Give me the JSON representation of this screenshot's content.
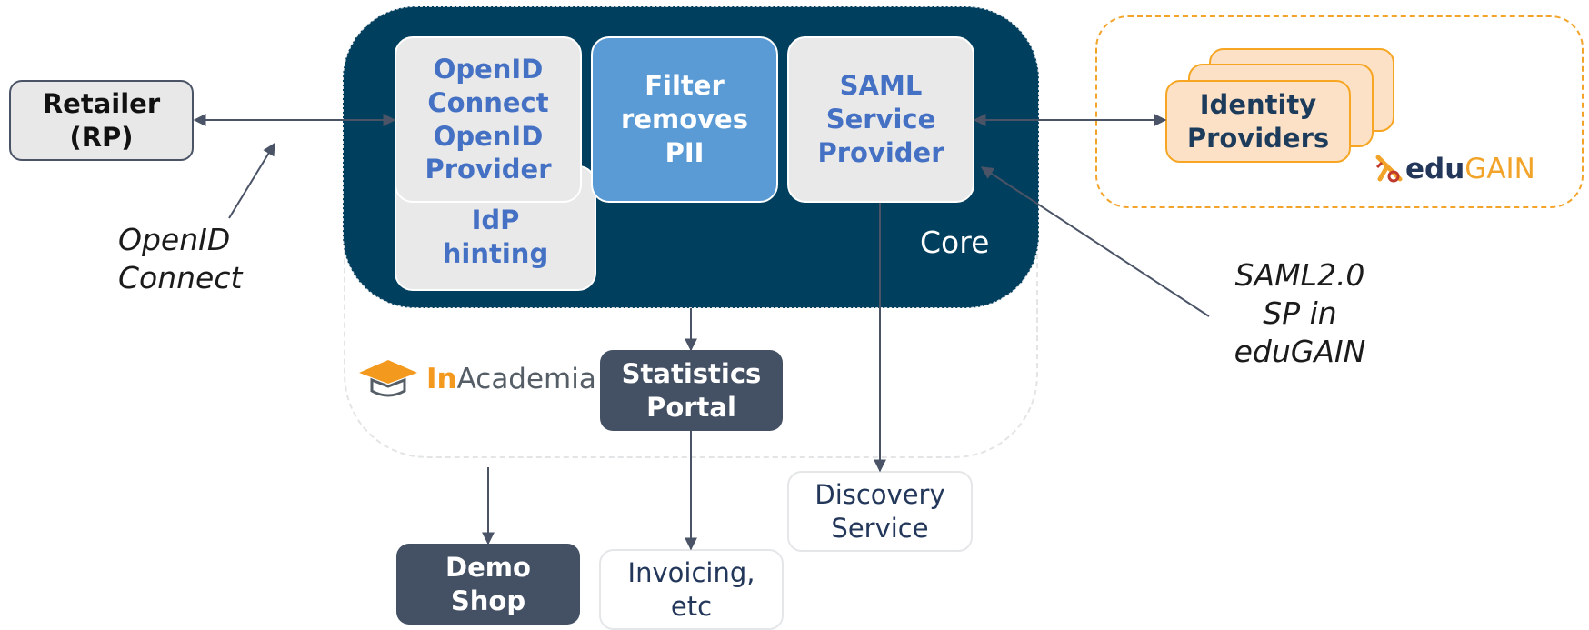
{
  "nodes": {
    "retailer": "Retailer\n(RP)",
    "openid_provider": "OpenID\nConnect\nOpenID\nProvider",
    "idp_hinting": "IdP\nhinting",
    "filter": "Filter\nremoves\nPII",
    "saml_sp": "SAML\nService\nProvider",
    "core": "Core",
    "statistics": "Statistics\nPortal",
    "demo_shop": "Demo\nShop",
    "invoicing": "Invoicing,\netc",
    "discovery": "Discovery\nService",
    "identity_providers": "Identity\nProviders"
  },
  "labels": {
    "openid_connect": "OpenID\nConnect",
    "saml_sp_edugain": "SAML2.0\nSP in\neduGAIN"
  },
  "logos": {
    "inacademia_prefix": "In",
    "inacademia_suffix": "Academia",
    "edugain_prefix": "edu",
    "edugain_suffix": "GAIN"
  },
  "colors": {
    "core_bg": "#003f5e",
    "accent_blue": "#4571c4",
    "filter_blue": "#5b9bd5",
    "dark_box": "#445064",
    "edugain_orange": "#f2a42a",
    "inacademia_orange": "#f39a1e"
  }
}
